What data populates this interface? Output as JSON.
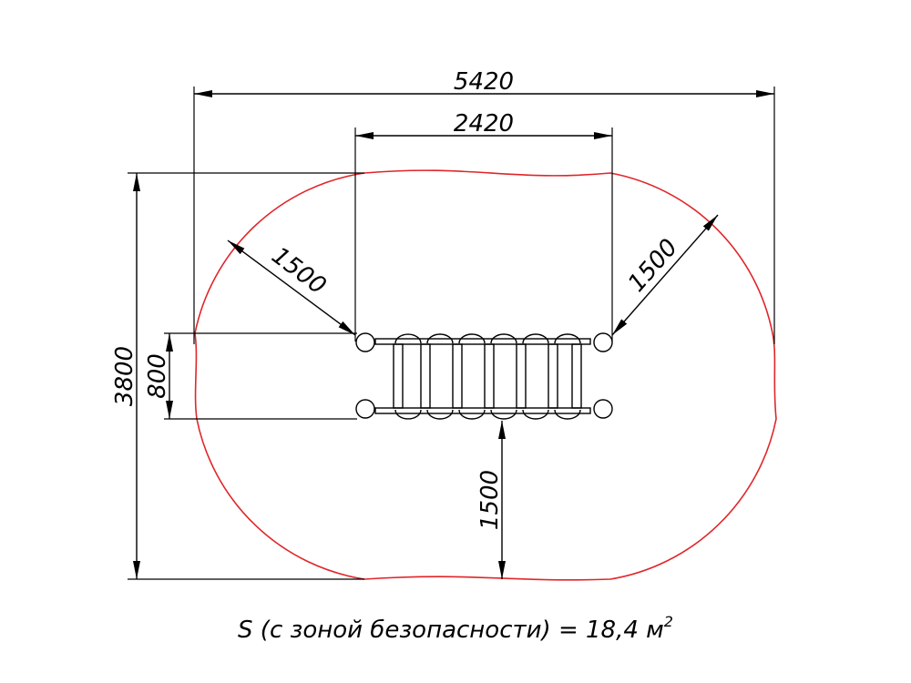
{
  "dimensions": {
    "overall_width": "5420",
    "equipment_width": "2420",
    "overall_height": "3800",
    "equipment_height": "800",
    "radius_left": "1500",
    "radius_right": "1500",
    "clearance_bottom": "1500"
  },
  "caption": {
    "text": "S (с зоной безопасности) = 18,4 м",
    "superscript": "2"
  },
  "colors": {
    "safety_zone": "#e0262a",
    "lines": "#000000"
  }
}
